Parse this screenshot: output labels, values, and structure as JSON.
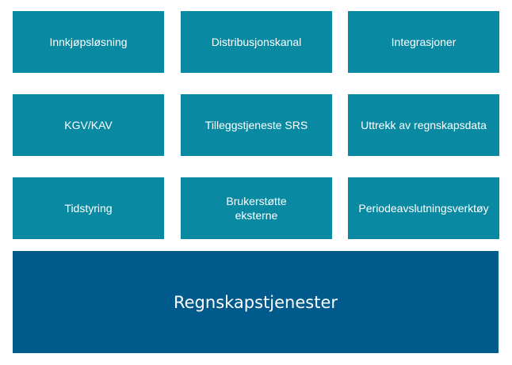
{
  "tiles": [
    {
      "label": "Innkjøpsløsning"
    },
    {
      "label": "Distribusjonskanal"
    },
    {
      "label": "Integrasjoner"
    },
    {
      "label": "KGV/KAV"
    },
    {
      "label": "Tilleggstjeneste  SRS"
    },
    {
      "label": "Uttrekk av regnskapsdata"
    },
    {
      "label": "Tidstyring"
    },
    {
      "label": "Brukerstøtte\neksterne"
    },
    {
      "label": "Periodeavslutningsverktøy"
    }
  ],
  "base": {
    "label": "Regnskapstjenester"
  },
  "colors": {
    "tile": "#0a8aa2",
    "base": "#015a8c",
    "text": "#ffffff"
  }
}
